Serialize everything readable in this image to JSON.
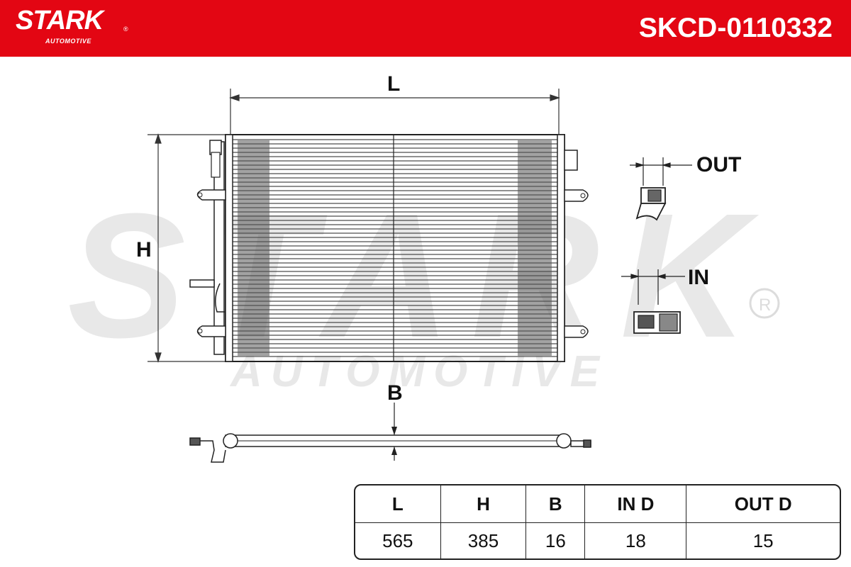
{
  "header": {
    "brand_name": "STARK",
    "brand_reg": "®",
    "brand_sub": "AUTOMOTIVE",
    "part_number": "SKCD-0110332",
    "color": "#e30613"
  },
  "watermark": {
    "text_main": "STARK",
    "text_sub": "AUTOMOTIVE"
  },
  "drawing": {
    "labels": {
      "length": "L",
      "height": "H",
      "depth": "B",
      "outlet": "OUT",
      "inlet": "IN"
    }
  },
  "specs": {
    "headers": [
      "L",
      "H",
      "B",
      "IN D",
      "OUT D"
    ],
    "values": [
      "565",
      "385",
      "16",
      "18",
      "15"
    ]
  }
}
